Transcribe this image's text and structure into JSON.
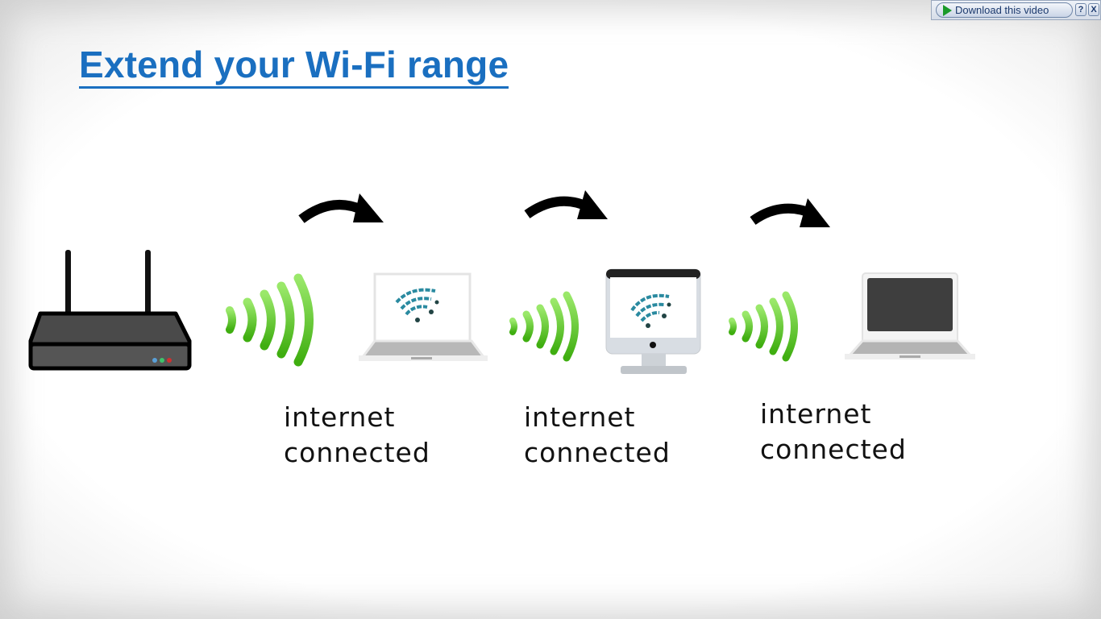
{
  "slide": {
    "title": "Extend your Wi-Fi range",
    "title_color": "#1a6fc0",
    "devices": [
      {
        "type": "router",
        "icon": "router-icon",
        "leds": [
          "#5aa0d8",
          "#3ec36a",
          "#d03030"
        ]
      },
      {
        "type": "laptop",
        "icon": "laptop-wifi-icon",
        "caption_line1": "internet",
        "caption_line2": "connected"
      },
      {
        "type": "desktop",
        "icon": "desktop-wifi-icon",
        "caption_line1": "internet",
        "caption_line2": "connected"
      },
      {
        "type": "laptop",
        "icon": "laptop-icon",
        "caption_line1": "internet",
        "caption_line2": "connected"
      }
    ],
    "signal_color": "#5cc21e",
    "arrow_color": "#000000"
  },
  "overlay": {
    "download_label": "Download this video",
    "help_label": "?",
    "close_label": "X"
  }
}
